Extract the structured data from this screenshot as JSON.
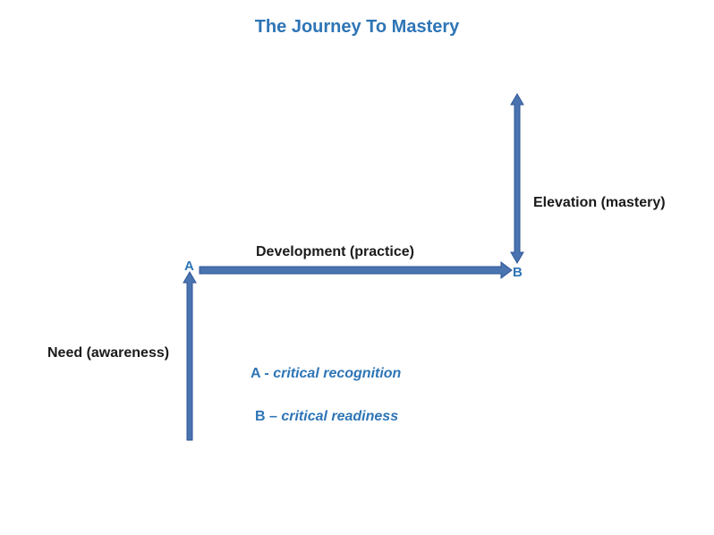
{
  "title": "The Journey To Mastery",
  "stages": {
    "need": "Need (awareness)",
    "development": "Development (practice)",
    "elevation": "Elevation (mastery)"
  },
  "points": {
    "a": "A",
    "b": "B"
  },
  "legend": {
    "a_key": "A - ",
    "a_text": "critical recognition",
    "b_key": "B – ",
    "b_text": "critical readiness"
  },
  "colors": {
    "arrow_fill": "#4a74b0",
    "arrow_stroke": "#2f5597",
    "accent_text": "#2e75b6",
    "dark_text": "#1a1a1a"
  }
}
